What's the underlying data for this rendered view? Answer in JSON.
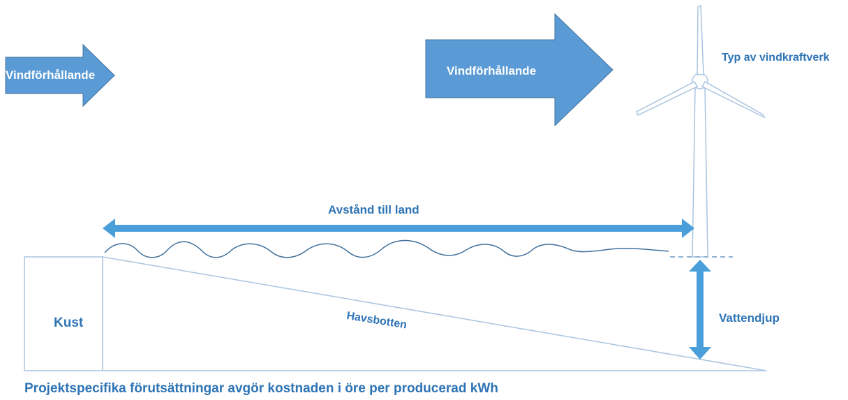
{
  "colors": {
    "arrow_fill": "#5b9bd5",
    "arrow_stroke": "#41719c",
    "measure_arrow": "#4a9fdb",
    "text_blue": "#2e74b5",
    "outline": "#a9c4e0",
    "wave": "#41719c",
    "turbine": "#a9c4e0"
  },
  "labels": {
    "wind_left": "Vindförhållande",
    "wind_right": "Vindförhållande",
    "turbine_type": "Typ av vindkraftverk",
    "distance_to_land": "Avstånd till land",
    "coast": "Kust",
    "seabed": "Havsbotten",
    "water_depth": "Vattendjup",
    "caption": "Projektspecifika förutsättningar avgör kostnaden i öre per producerad kWh"
  },
  "icons": {
    "turbine": "wind-turbine-icon",
    "wind_arrow": "arrow-right-icon"
  }
}
